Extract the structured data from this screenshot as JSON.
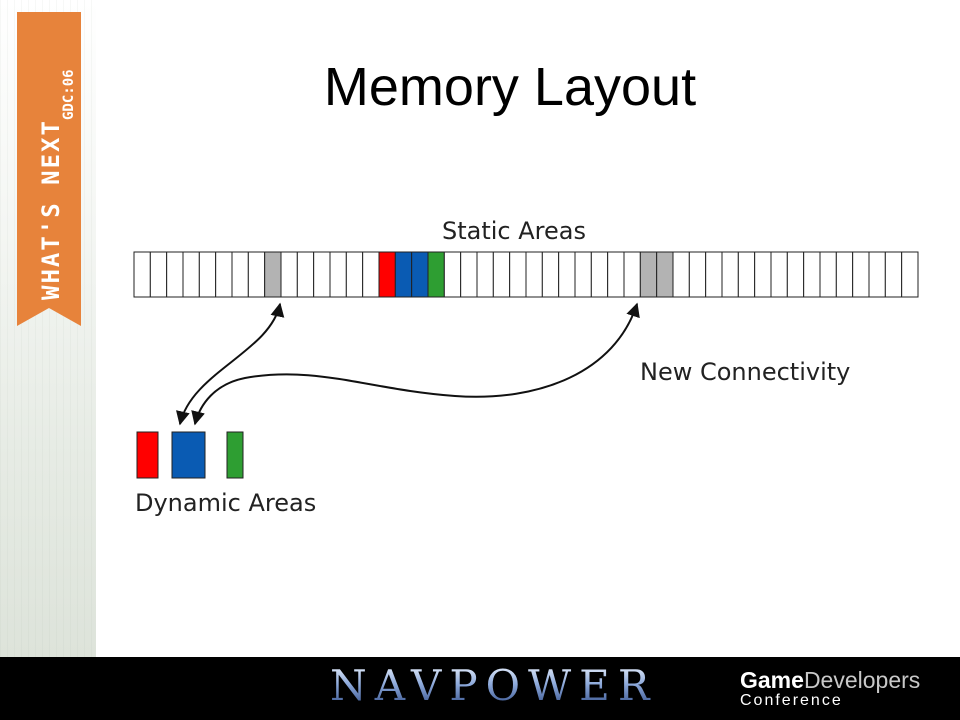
{
  "slide": {
    "title": "Memory Layout"
  },
  "badge": {
    "text": "WHAT'S NEXT",
    "event": "GDC:06",
    "color": "#E7833B"
  },
  "diagram": {
    "static_label": "Static Areas",
    "connectivity_label": "New Connectivity",
    "dynamic_label": "Dynamic Areas",
    "static_cells": [
      {
        "fill": "#ffffff"
      },
      {
        "fill": "#ffffff"
      },
      {
        "fill": "#ffffff"
      },
      {
        "fill": "#ffffff"
      },
      {
        "fill": "#ffffff"
      },
      {
        "fill": "#ffffff"
      },
      {
        "fill": "#ffffff"
      },
      {
        "fill": "#ffffff"
      },
      {
        "fill": "#b3b3b3"
      },
      {
        "fill": "#ffffff"
      },
      {
        "fill": "#ffffff"
      },
      {
        "fill": "#ffffff"
      },
      {
        "fill": "#ffffff"
      },
      {
        "fill": "#ffffff"
      },
      {
        "fill": "#ffffff"
      },
      {
        "fill": "#ff0000"
      },
      {
        "fill": "#0a5bb3"
      },
      {
        "fill": "#0a5bb3"
      },
      {
        "fill": "#2e9e32"
      },
      {
        "fill": "#ffffff"
      },
      {
        "fill": "#ffffff"
      },
      {
        "fill": "#ffffff"
      },
      {
        "fill": "#ffffff"
      },
      {
        "fill": "#ffffff"
      },
      {
        "fill": "#ffffff"
      },
      {
        "fill": "#ffffff"
      },
      {
        "fill": "#ffffff"
      },
      {
        "fill": "#ffffff"
      },
      {
        "fill": "#ffffff"
      },
      {
        "fill": "#ffffff"
      },
      {
        "fill": "#ffffff"
      },
      {
        "fill": "#b3b3b3"
      },
      {
        "fill": "#b3b3b3"
      },
      {
        "fill": "#ffffff"
      },
      {
        "fill": "#ffffff"
      },
      {
        "fill": "#ffffff"
      },
      {
        "fill": "#ffffff"
      },
      {
        "fill": "#ffffff"
      },
      {
        "fill": "#ffffff"
      },
      {
        "fill": "#ffffff"
      },
      {
        "fill": "#ffffff"
      },
      {
        "fill": "#ffffff"
      },
      {
        "fill": "#ffffff"
      },
      {
        "fill": "#ffffff"
      },
      {
        "fill": "#ffffff"
      },
      {
        "fill": "#ffffff"
      },
      {
        "fill": "#ffffff"
      },
      {
        "fill": "#ffffff"
      }
    ],
    "dynamic_blocks": [
      {
        "fill": "#ff0000"
      },
      {
        "fill": "#0a5bb3"
      },
      {
        "fill": "#2e9e32"
      }
    ]
  },
  "footer": {
    "navpower": "NAVPOWER",
    "gdc_game": "Game",
    "gdc_developers": "Developers",
    "gdc_conference": "Conference"
  }
}
